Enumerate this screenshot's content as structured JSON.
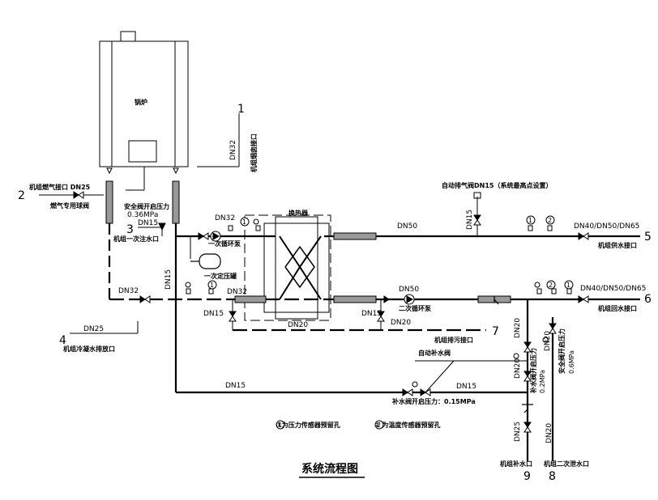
{
  "diagram": {
    "title": "系统流程图",
    "boiler": "锅炉",
    "heat_exchanger": "换热器",
    "callouts": {
      "n1": "1",
      "n2": "2",
      "n3": "3",
      "n4": "4",
      "n5": "5",
      "n6": "6",
      "n7": "7",
      "n8": "8",
      "n9": "9"
    },
    "labels": {
      "flue_interface": "机组烟囱接口",
      "gas_inlet": "机组燃气接口 DN25",
      "gas_ball_valve": "燃气专用球阀",
      "safety_valve": "安全阀开启压力",
      "safety_pressure": "0.36MPa",
      "primary_fill": "机组一次注水口",
      "primary_pump": "一次循环泵",
      "expansion_tank": "一次定压罐",
      "drain_outlet": "机组冷凝水排放口",
      "auto_vent": "自动排气阀DN15（系统最高点设置）",
      "supply_outlet": "机组供水接口",
      "return_inlet": "机组回水接口",
      "secondary_pump": "二次循环泵",
      "unit_drain": "机组排污接口",
      "auto_fill_valve": "自动补水阀",
      "fill_valve_pressure": "补水阀开启压力：0.15MPa",
      "fill_open_pressure_v": "补水阀开启压力",
      "fill_open_value_v": "0.2MPa",
      "safety2_v": "安全阀开启压力",
      "safety2_value_v": "0.6MPa",
      "makeup_inlet": "机组补水口",
      "secondary_drain": "机组二次泄水口",
      "legend_pressure": "①为压力传感器预留孔",
      "legend_temperature": "② 为温度传感器预留孔"
    },
    "pipes": {
      "dn32_flue": "DN32",
      "dn15_fill": "DN15",
      "dn32_pump": "DN32",
      "dn15_vert": "DN15",
      "dn32_return_left": "DN32",
      "dn32_return_mid": "DN32",
      "dn15_drain1": "DN15",
      "dn25_drain": "DN25",
      "dn20_bottom": "DN20",
      "dn15_bypass": "DN15",
      "dn20_return": "DN20",
      "dn50_supply": "DN50",
      "dn15_vent": "DN15",
      "dn50_pump": "DN50",
      "dn40_supply": "DN40/DN50/DN65",
      "dn40_return": "DN40/DN50/DN65",
      "dn20_v1": "DN20",
      "dn20_v2": "DN20",
      "dn20_v3": "DN20",
      "dn20_v4": "DN20",
      "dn15_bottom": "DN15",
      "dn15_fill2": "DN15",
      "dn25_makeup": "DN25",
      "dn20_secdrain": "DN20"
    },
    "markers": {
      "pressure": "1",
      "temperature": "2"
    }
  }
}
